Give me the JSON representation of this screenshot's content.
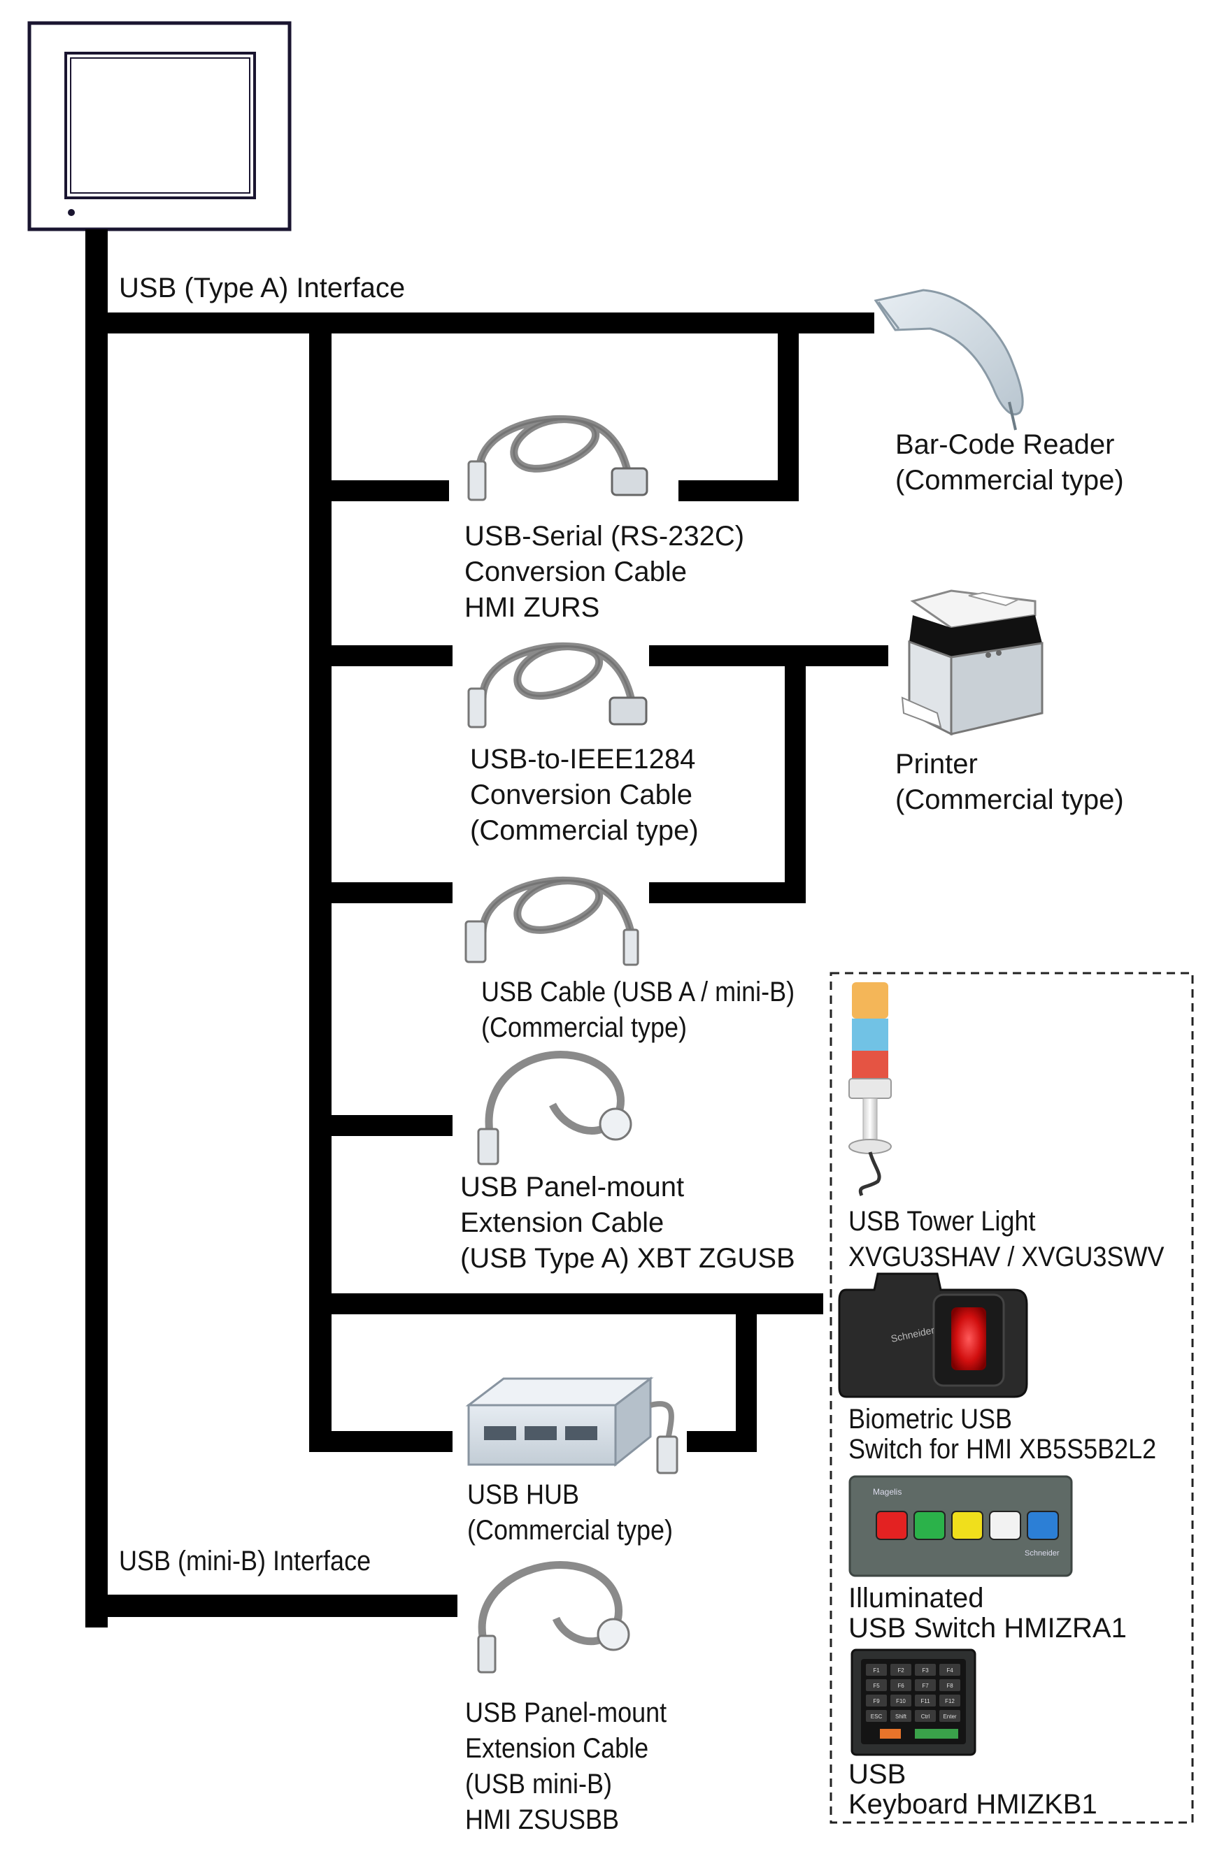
{
  "interfaces": {
    "usb_a": "USB (Type A) Interface",
    "usb_mini_b": "USB (mini-B) Interface"
  },
  "devices": {
    "barcode_reader": [
      "Bar-Code Reader",
      "(Commercial type)"
    ],
    "printer": [
      "Printer",
      "(Commercial type)"
    ],
    "usb_serial_cable": [
      "USB-Serial (RS-232C)",
      "Conversion Cable",
      "HMI ZURS"
    ],
    "usb_ieee1284_cable": [
      "USB-to-IEEE1284",
      "Conversion Cable",
      "(Commercial type)"
    ],
    "usb_cable_a_minib": [
      "USB Cable (USB A / mini-B)",
      "(Commercial type)"
    ],
    "usb_panel_mount_a": [
      "USB Panel-mount",
      "Extension Cable",
      "(USB Type A) XBT ZGUSB"
    ],
    "usb_hub": [
      "USB HUB",
      "(Commercial type)"
    ],
    "usb_panel_mount_minib": [
      "USB Panel-mount",
      "Extension Cable",
      "(USB mini-B)",
      "HMI ZSUSBB"
    ],
    "tower_light": [
      "USB Tower Light",
      "XVGU3SHAV / XVGU3SWV"
    ],
    "biometric_switch": [
      "Biometric USB",
      "Switch for HMI XB5S5B2L2"
    ],
    "illuminated_switch": [
      "Illuminated",
      "USB Switch HMIZRA1"
    ],
    "keyboard": [
      "USB",
      "Keyboard HMIZKB1"
    ]
  },
  "product_art": {
    "switch_brand": "Magelis",
    "maker_mark": "Schneider",
    "keyboard_keys": [
      "F1",
      "F2",
      "F3",
      "F4",
      "F5",
      "F6",
      "F7",
      "F8",
      "F9",
      "F10",
      "F11",
      "F12",
      "ESC",
      "Shift",
      "Ctrl",
      "Enter"
    ]
  },
  "colors": {
    "line": "#000000",
    "cable": "#7a7a7a",
    "tower_amber": "#f2a93b",
    "tower_blue": "#58b7e0",
    "tower_red": "#e2412f",
    "button_red": "#e32222",
    "button_green": "#2bb24a",
    "button_yellow": "#f0df1c",
    "button_white": "#f2f2f2",
    "button_blue": "#2c7fd6"
  }
}
